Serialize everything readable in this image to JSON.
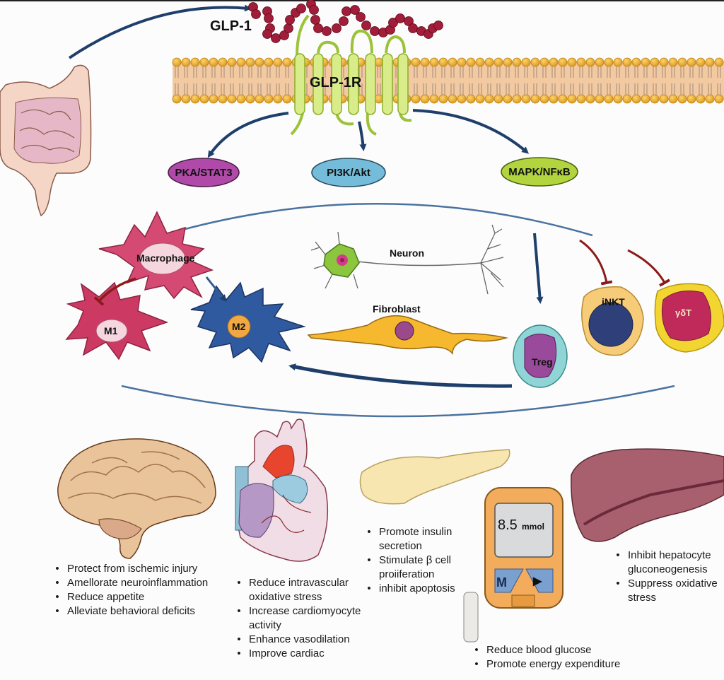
{
  "ligand": {
    "label": "GLP-1"
  },
  "receptor": {
    "label": "GLP-1R"
  },
  "pathways": [
    {
      "label": "PKA/STAT3",
      "color": "#b04aa8"
    },
    {
      "label": "PI3K/Akt",
      "color": "#6fb7d6"
    },
    {
      "label": "MAPK/NFκB",
      "color": "#a8cf3a"
    }
  ],
  "cells": {
    "macrophage": "Macrophage",
    "m1": "M1",
    "m2": "M2",
    "neuron": "Neuron",
    "fibroblast": "Fibroblast",
    "treg": "Treg",
    "inkt": "iNKT",
    "gdt": "γδT"
  },
  "arrow_colors": {
    "activate": "#1f3f6b",
    "inhibit": "#8b1a1a"
  },
  "organs": {
    "brain": {
      "effects": [
        "Protect from ischemic injury",
        "Amellorate neuroinflammation",
        "Reduce appetite",
        "Alleviate behavioral deficits"
      ]
    },
    "heart": {
      "effects": [
        "Reduce intravascular oxidative stress",
        "Increase cardiomyocyte activity",
        "Enhance vasodilation",
        "Improve cardiac"
      ]
    },
    "pancreas": {
      "effects": [
        "Promote insulin secretion",
        "Stimulate β cell proiiferation",
        "inhibit apoptosis"
      ]
    },
    "glucometer": {
      "reading_value": "8.5",
      "reading_unit": "mmol",
      "button_m": "M",
      "button_next": "▶",
      "effects": [
        "Reduce blood glucose",
        "Promote energy expenditure"
      ]
    },
    "liver": {
      "effects": [
        "Inhibit hepatocyte gluconeogenesis",
        "Suppress oxidative stress"
      ]
    }
  }
}
